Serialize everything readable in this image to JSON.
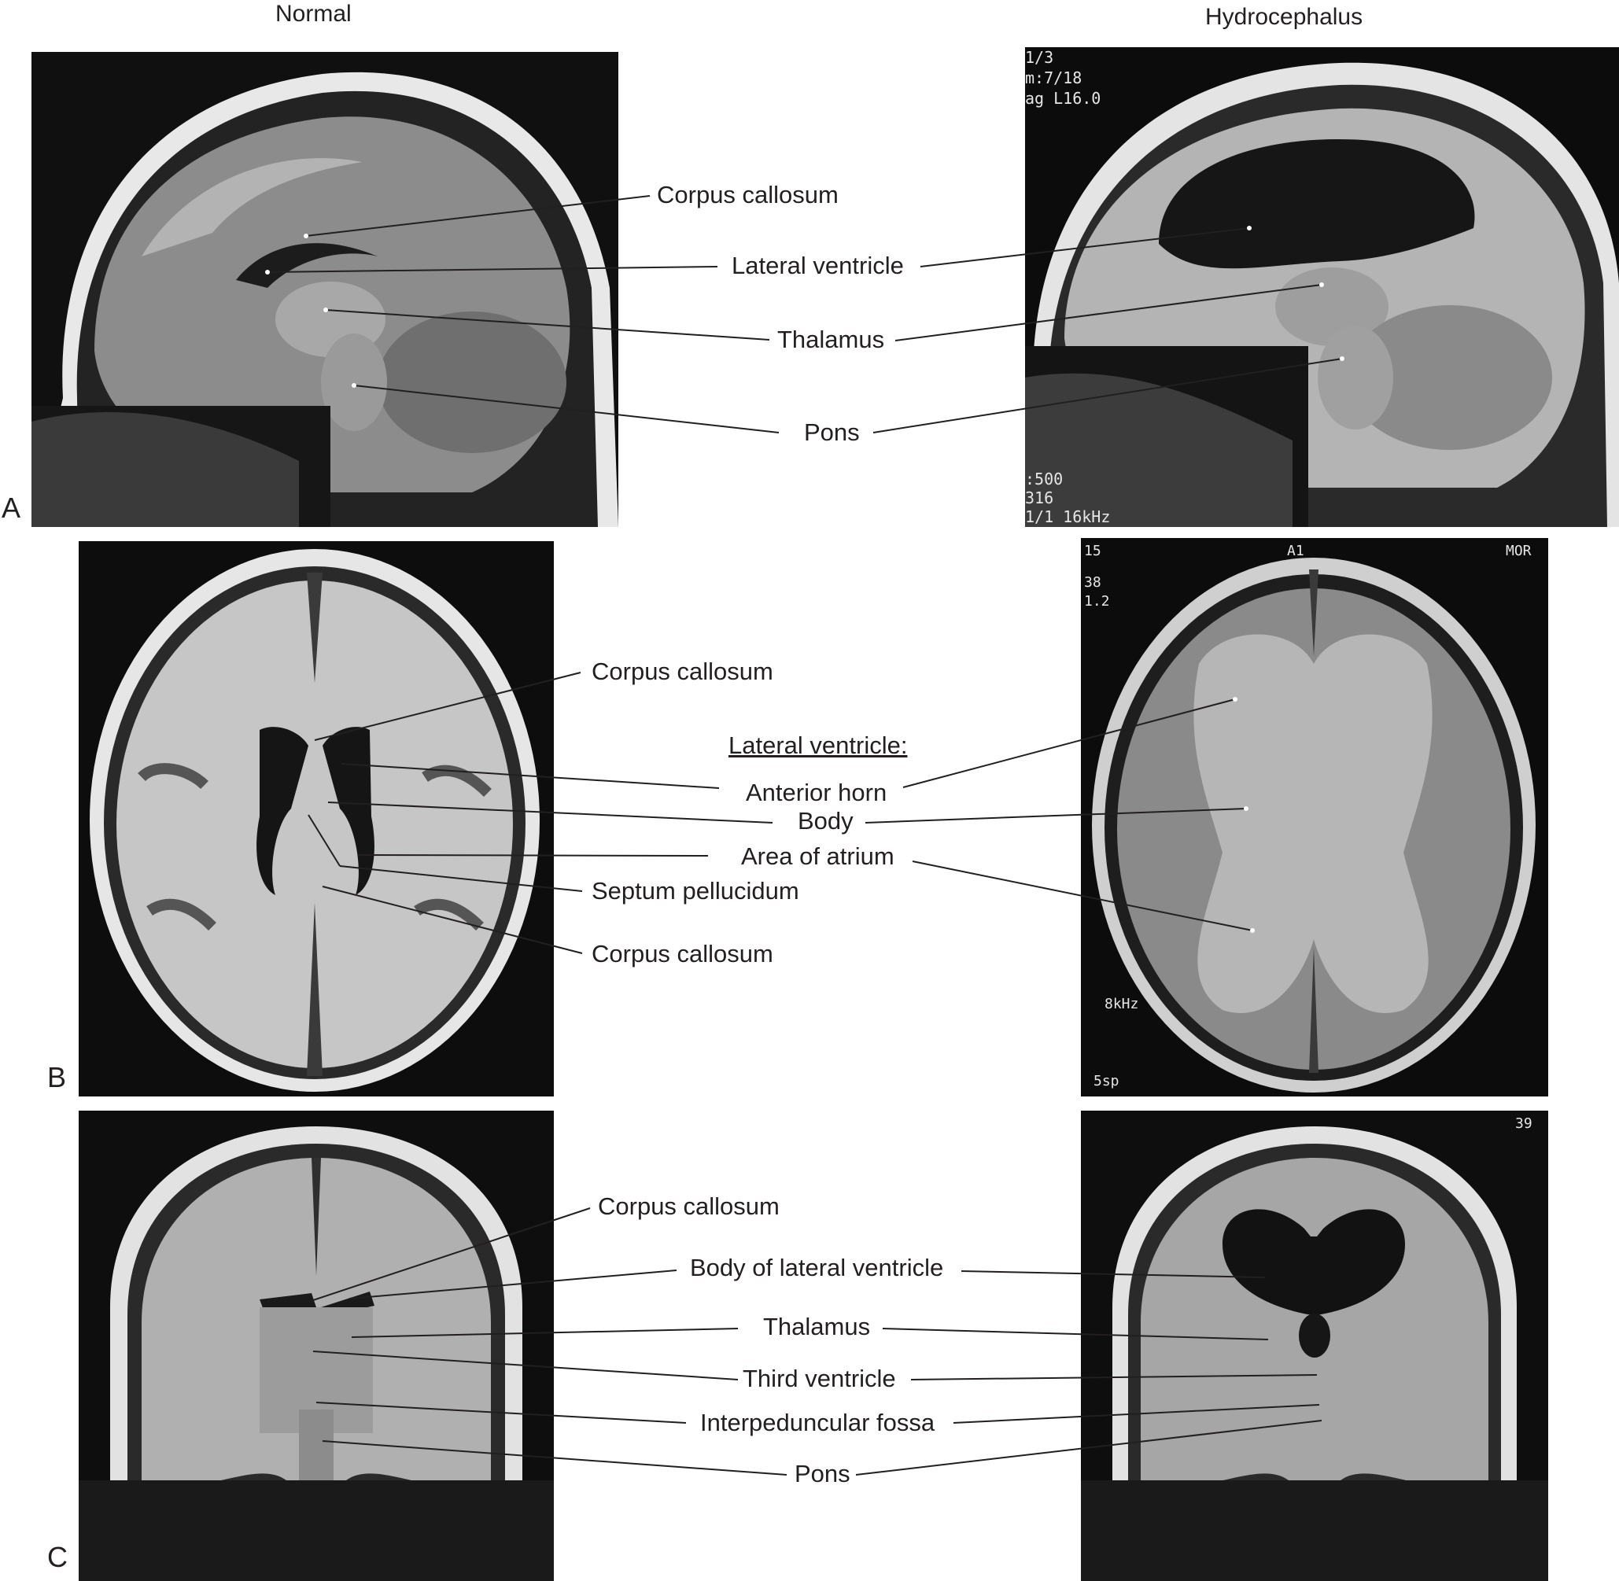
{
  "columns": {
    "left_title": "Normal",
    "right_title": "Hydrocephalus"
  },
  "panels": {
    "a": {
      "letter": "A",
      "labels": {
        "corpus_callosum": "Corpus callosum",
        "lateral_ventricle": "Lateral ventricle",
        "thalamus": "Thalamus",
        "pons": "Pons"
      },
      "scanner_overlay": {
        "top_lines": [
          "1/3",
          "m:7/18",
          "ag L16.0"
        ],
        "bottom_lines": [
          ":500",
          "316",
          "1/1 16kHz"
        ]
      }
    },
    "b": {
      "letter": "B",
      "labels": {
        "corpus_callosum_upper": "Corpus callosum",
        "lateral_ventricle_heading": "Lateral ventricle:",
        "anterior_horn": "Anterior horn",
        "body": "Body",
        "area_of_atrium": "Area of atrium",
        "septum_pellucidum": "Septum pellucidum",
        "corpus_callosum_lower": "Corpus callosum"
      },
      "scanner_overlay": {
        "top_left": [
          "15",
          "38",
          "1.2"
        ],
        "top_center": "A1",
        "top_right": "MOR",
        "mid_left": "8kHz",
        "bottom_left": "5sp"
      }
    },
    "c": {
      "letter": "C",
      "labels": {
        "corpus_callosum": "Corpus callosum",
        "body_of_lateral_ventricle": "Body of lateral ventricle",
        "thalamus": "Thalamus",
        "third_ventricle": "Third ventricle",
        "interpeduncular_fossa": "Interpeduncular fossa",
        "pons": "Pons"
      },
      "scanner_overlay": {
        "top_right": "39"
      }
    }
  },
  "colors": {
    "text": "#231f20",
    "leader_line": "#231f20",
    "background": "#ffffff"
  }
}
